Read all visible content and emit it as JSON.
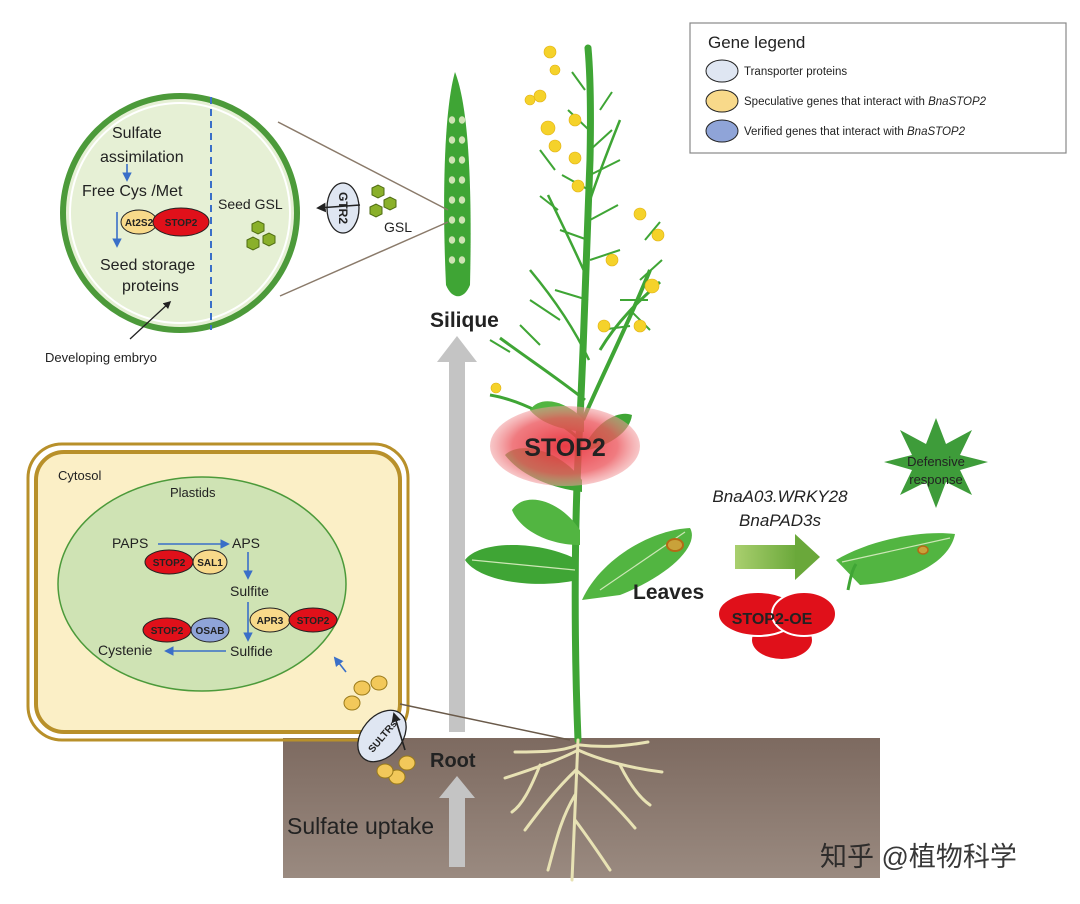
{
  "legend": {
    "title": "Gene legend",
    "items": [
      {
        "text": "Transporter proteins",
        "gene": "",
        "color": "#dfe6f2"
      },
      {
        "text": "Speculative genes that interact with ",
        "gene": "BnaSTOP2",
        "color": "#f8d98a"
      },
      {
        "text": "Verified genes that interact with ",
        "gene": "BnaSTOP2",
        "color": "#8fa4d8"
      }
    ]
  },
  "embryo": {
    "sulfate_line1": "Sulfate",
    "sulfate_line2": "assimilation",
    "free_cys": "Free Cys /Met",
    "at2s2": "At2S2",
    "stop2": "STOP2",
    "storage_line1": "Seed storage",
    "storage_line2": "proteins",
    "seed_gsl": "Seed GSL",
    "caption": "Developing embryo"
  },
  "transport": {
    "gtr2": "GTR2",
    "gsl": "GSL",
    "sultrs": "SULTRs"
  },
  "plant": {
    "silique": "Silique",
    "stop2_main": "STOP2",
    "leaves": "Leaves",
    "root": "Root",
    "sulfate_uptake": "Sulfate uptake",
    "stop2_oe": "STOP2-OE",
    "gene1": "BnaA03.WRKY28",
    "gene2": "BnaPAD3s",
    "defensive_line1": "Defensive",
    "defensive_line2": "response"
  },
  "cell": {
    "cytosol": "Cytosol",
    "plastids": "Plastids",
    "paps": "PAPS",
    "aps": "APS",
    "sulfite": "Sulfite",
    "sulfide": "Sulfide",
    "cysteine": "Cystenie",
    "stop2": "STOP2",
    "sal1": "SAL1",
    "apr3": "APR3",
    "osab": "OSAB"
  },
  "watermark": "知乎 @植物科学",
  "colors": {
    "stop2_red": "#e0101a",
    "leaf_green": "#3fa535",
    "flower_yellow": "#f5d22a",
    "soil": "#8c7a6e",
    "cell_border": "#b8902a",
    "cytosol_fill": "#fbefc6",
    "plastid_fill": "#cfe3b4"
  }
}
